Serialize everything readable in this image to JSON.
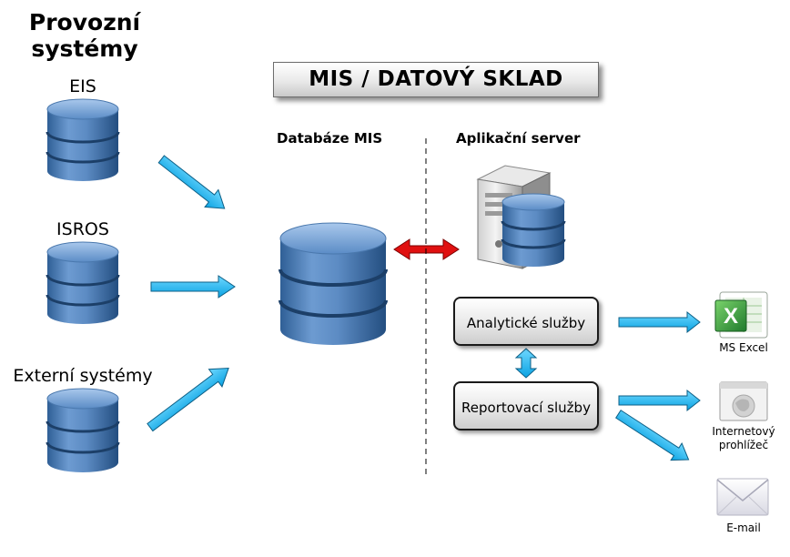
{
  "heading": "Provozní systémy",
  "sources": [
    {
      "label": "EIS"
    },
    {
      "label": "ISROS"
    },
    {
      "label": "Externí systémy"
    }
  ],
  "title": "MIS / DATOVÝ SKLAD",
  "columns": {
    "database": "Databáze MIS",
    "app_server": "Aplikační server"
  },
  "services": {
    "analytic": "Analytické služby",
    "reporting": "Reportovací služby"
  },
  "outputs": {
    "excel": "MS Excel",
    "browser": "Internetový prohlížeč",
    "email": "E-mail"
  },
  "colors": {
    "db_blue": "#5a87bd",
    "arrow_cyan": "#19b6f2",
    "double_arrow_red": "#e01010"
  }
}
